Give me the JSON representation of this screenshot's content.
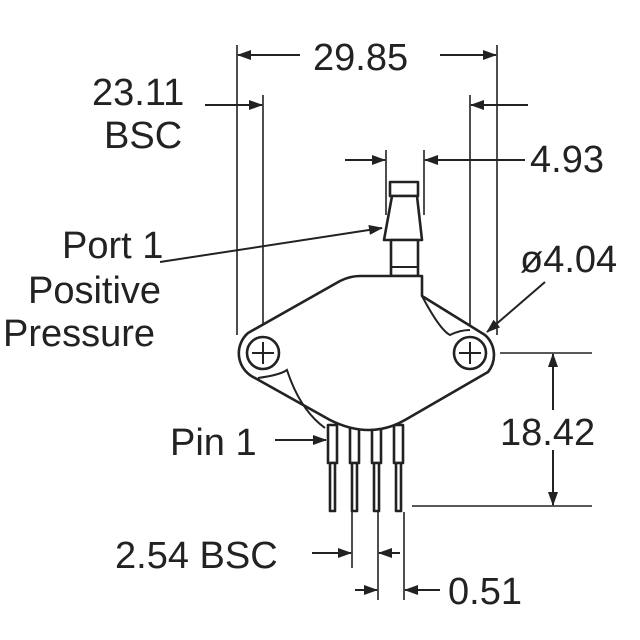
{
  "title": "Pressure sensor package outline drawing",
  "dimensions": {
    "overall_width": "29.85",
    "hole_spacing_line1": "23.11",
    "hole_spacing_line2": "BSC",
    "port_width": "4.93",
    "hole_diameter": "ø4.04",
    "pin_length": "18.42",
    "pin_pitch": "2.54 BSC",
    "pin_width": "0.51"
  },
  "labels": {
    "port_line1": "Port 1",
    "port_line2": "Positive",
    "port_line3": "Pressure",
    "pin1": "Pin 1"
  }
}
